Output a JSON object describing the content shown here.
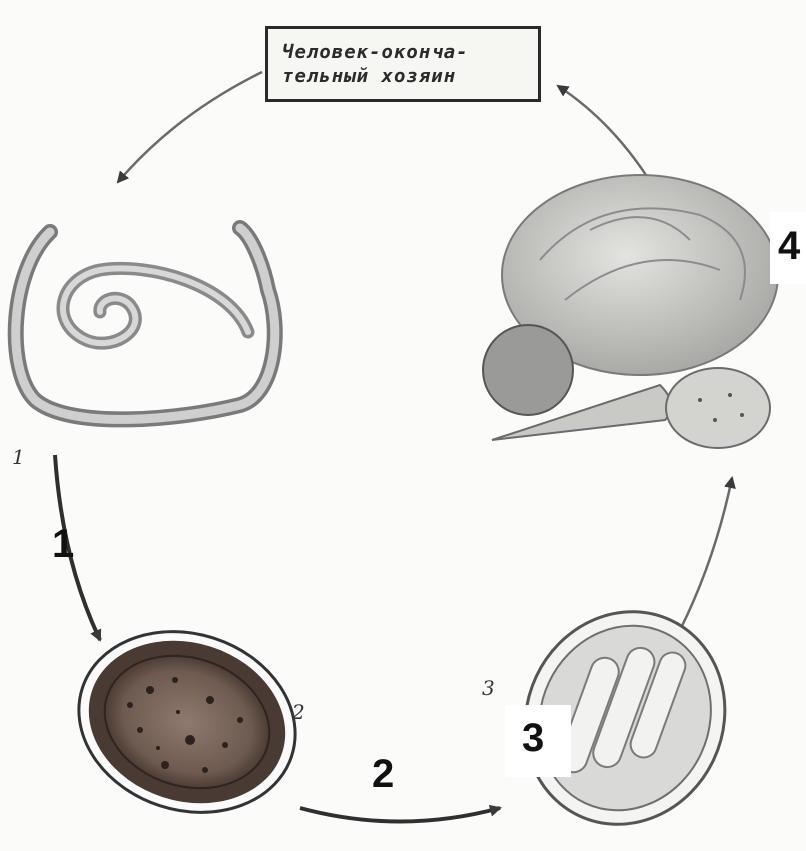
{
  "title": {
    "line1": "Человек-оконча-",
    "line2": "тельный хозяин"
  },
  "stage_labels": {
    "l1": "1",
    "l2": "2",
    "l3": "3",
    "l4": "4"
  },
  "figure_numbers": {
    "n1": "1",
    "n2": "2",
    "n3": "3"
  }
}
